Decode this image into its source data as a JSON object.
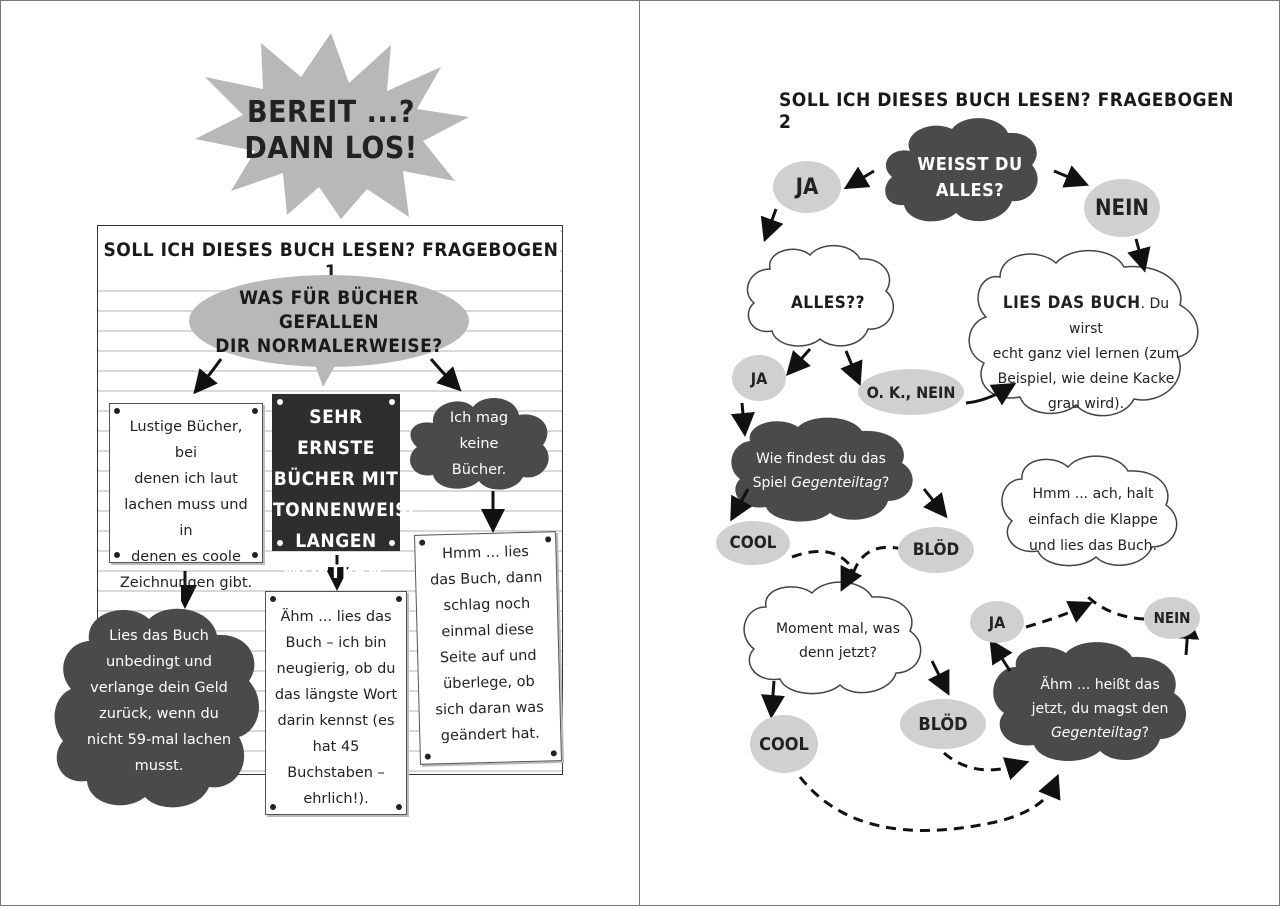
{
  "left_page": {
    "starburst": {
      "line1": "BEREIT ...?",
      "line2": "DANN LOS!"
    },
    "title": "SOLL ICH DIESES BUCH LESEN? FRAGEBOGEN 1",
    "question": {
      "line1": "WAS FÜR BÜCHER GEFALLEN",
      "line2": "DIR NORMALERWEISE?"
    },
    "options": {
      "funny": [
        "Lustige Bücher, bei",
        "denen ich laut",
        "lachen muss und in",
        "denen es coole",
        "Zeichnungen gibt."
      ],
      "serious": [
        "SEHR ERNSTE",
        "BÜCHER MIT",
        "TONNENWEISE",
        "LANGEN",
        "WÖRTERN."
      ],
      "no_books": [
        "Ich mag",
        "keine",
        "Bücher."
      ]
    },
    "answers": {
      "funny": [
        "Lies das Buch",
        "unbedingt und",
        "verlange dein Geld",
        "zurück, wenn du",
        "nicht 59-mal lachen",
        "musst."
      ],
      "serious": [
        "Ähm ... lies das",
        "Buch – ich bin",
        "neugierig, ob du",
        "das längste Wort",
        "darin kennst (es",
        "hat 45",
        "Buchstaben –",
        "ehrlich!)."
      ],
      "no_books": [
        "Hmm ... lies",
        "das Buch, dann",
        "schlag noch",
        "einmal diese",
        "Seite auf und",
        "überlege, ob",
        "sich daran was",
        "geändert hat."
      ]
    }
  },
  "right_page": {
    "title": "SOLL ICH DIESES BUCH LESEN? FRAGEBOGEN 2",
    "q1": {
      "line1": "WEISST DU",
      "line2": "ALLES?"
    },
    "ja1": "JA",
    "nein1": "NEIN",
    "alles": "ALLES??",
    "lies": {
      "line1_caps": "LIES DAS BUCH",
      "line1_rest": ". Du wirst",
      "line2": "echt ganz viel lernen (zum",
      "line3": "Beispiel, wie deine Kacke",
      "line4": "grau wird)."
    },
    "ja2": "JA",
    "ok_nein": "O. K., NEIN",
    "q2": {
      "line1": "Wie findest du das",
      "line2_a": "Spiel ",
      "line2_b": "Gegenteiltag",
      "line2_c": "?"
    },
    "cool1": "COOL",
    "bloed1": "BLÖD",
    "hmm": [
      "Hmm ... ach, halt",
      "einfach die Klappe",
      "und lies das Buch."
    ],
    "moment": [
      "Moment mal, was",
      "denn jetzt?"
    ],
    "ja3": "JA",
    "nein3": "NEIN",
    "cool2": "COOL",
    "bloed2": "BLÖD",
    "ahm": {
      "line1": "Ähm ... heißt das",
      "line2": "jetzt, du magst den",
      "line3_a": "Gegenteiltag",
      "line3_b": "?"
    }
  },
  "colors": {
    "dark_gray": "#4a4a4a",
    "mid_gray": "#b8b8b8",
    "light_gray": "#d0d0d0",
    "black_note": "#2e2e2e"
  }
}
